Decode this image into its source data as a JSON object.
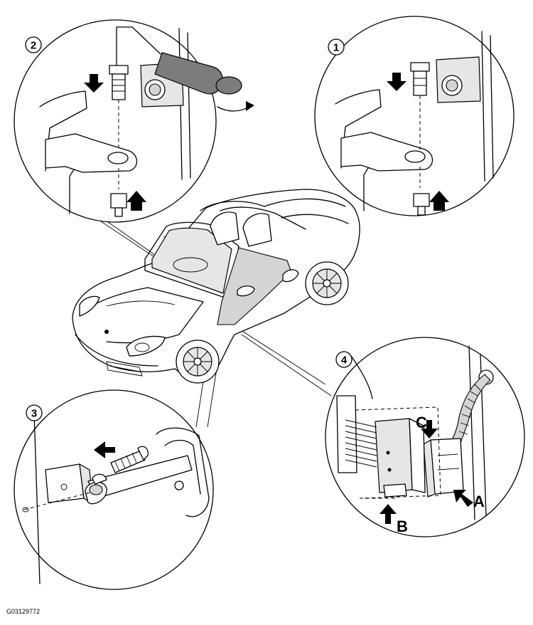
{
  "figure_code": "G03129772",
  "callouts": {
    "one": "1",
    "two": "2",
    "three": "3",
    "four": "4"
  },
  "labels": {
    "a": "A",
    "b": "B",
    "c": "C"
  }
}
